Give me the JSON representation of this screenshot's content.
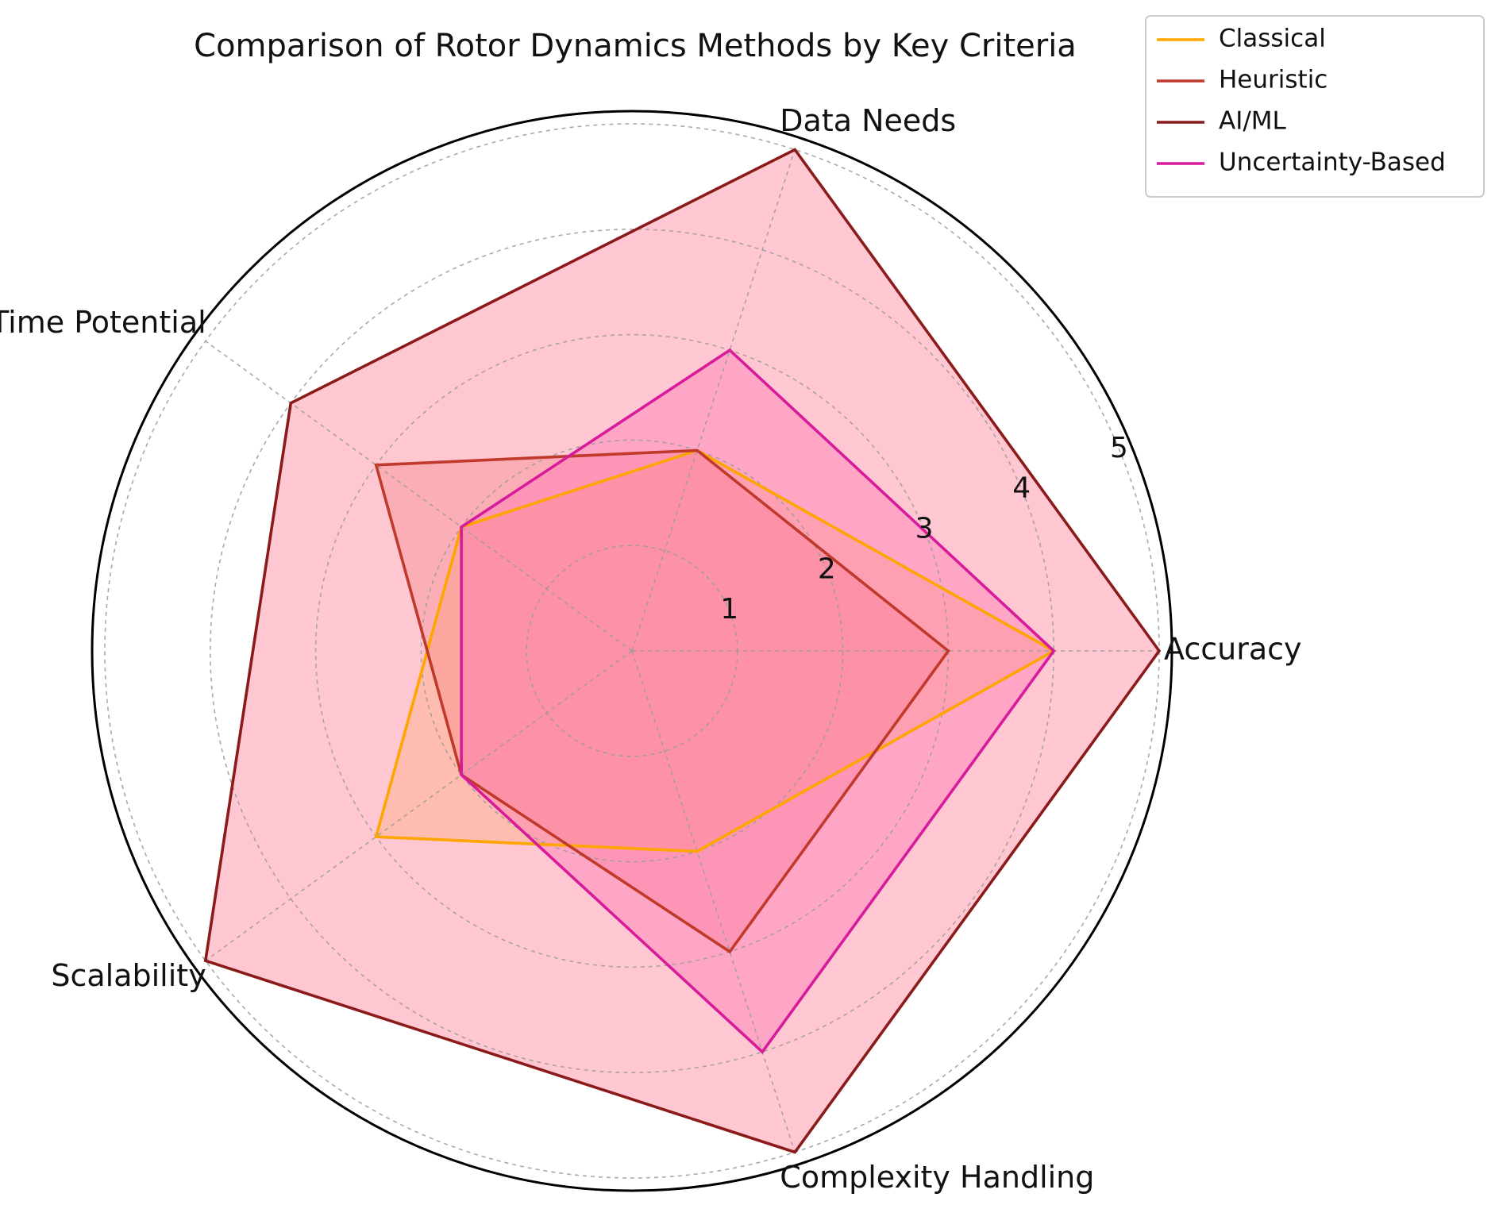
{
  "chart_data": {
    "type": "radar",
    "title": "Comparison of Rotor Dynamics Methods by Key Criteria",
    "categories": [
      "Accuracy",
      "Data Needs",
      "Real-Time Potential",
      "Scalability",
      "Complexity Handling"
    ],
    "radial_ticks": [
      "1",
      "2",
      "3",
      "4",
      "5"
    ],
    "r_range": [
      0,
      5
    ],
    "grid": true,
    "legend_position": "top-right",
    "series": [
      {
        "name": "Classical",
        "values": [
          4,
          2,
          2,
          3,
          2
        ],
        "color": "#FFA500",
        "fill_color": "#FFA500",
        "fill_opacity": 0.25
      },
      {
        "name": "Heuristic",
        "values": [
          3,
          2,
          3,
          2,
          3
        ],
        "color": "#C0392B",
        "fill_color": "#E8554E",
        "fill_opacity": 0.3
      },
      {
        "name": "AI/ML",
        "values": [
          5,
          5,
          4,
          5,
          5
        ],
        "color": "#8B1A1A",
        "fill_color": "#FF8FA3",
        "fill_opacity": 0.5
      },
      {
        "name": "Uncertainty-Based",
        "values": [
          4,
          3,
          2,
          2,
          4
        ],
        "color": "#D81B9A",
        "fill_color": "#FF69B4",
        "fill_opacity": 0.35
      }
    ]
  }
}
